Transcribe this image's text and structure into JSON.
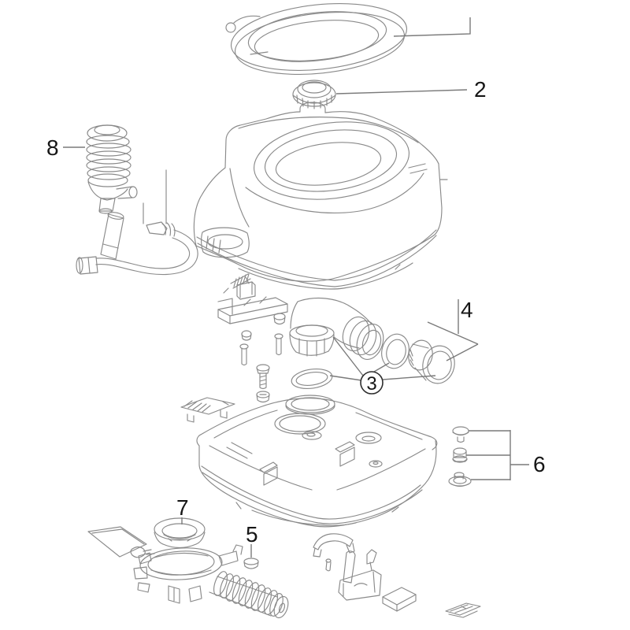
{
  "diagram": {
    "kind": "exploded-parts-diagram",
    "colors": {
      "background": "#ffffff",
      "part_lines": "#8a8a8a",
      "leader_lines": "#7a7a7a",
      "labels": "#161616"
    },
    "callouts": {
      "c2": "2",
      "c3": "3",
      "c4": "4",
      "c5": "5",
      "c6": "6",
      "c7": "7",
      "c8": "8"
    }
  }
}
